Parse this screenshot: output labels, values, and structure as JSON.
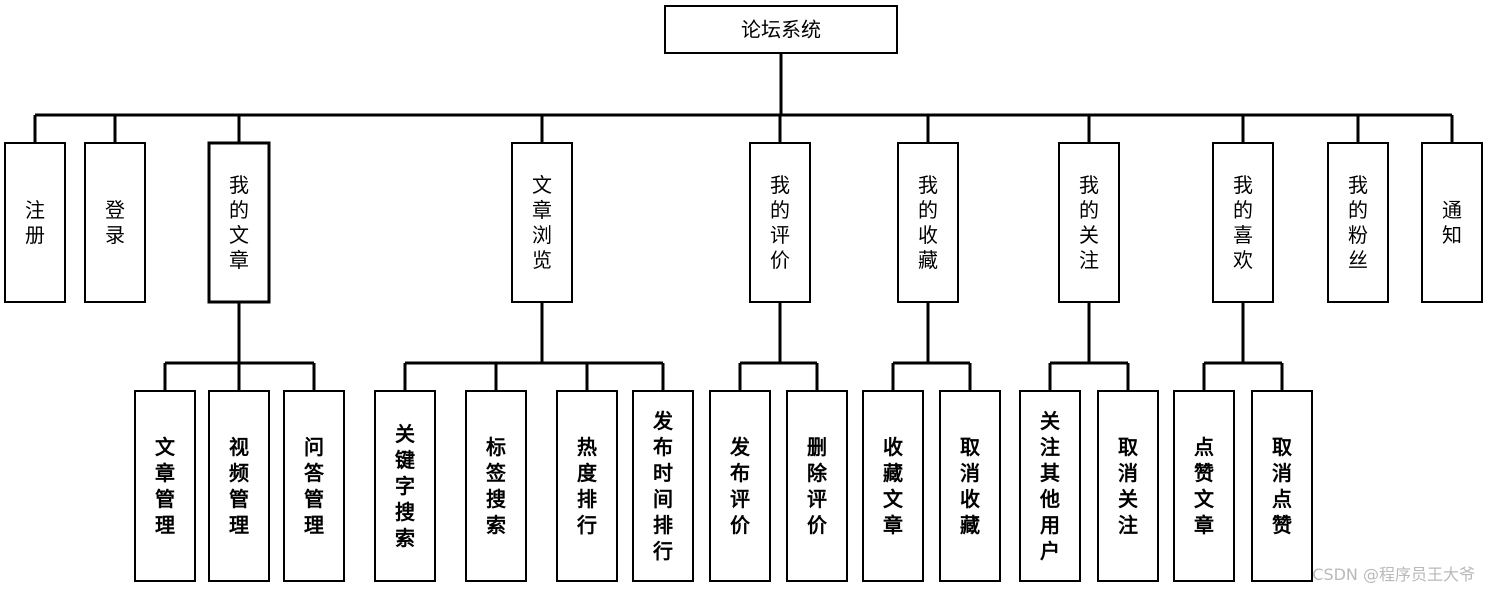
{
  "root": "论坛系统",
  "level1": [
    {
      "label": "注册",
      "children": []
    },
    {
      "label": "登录",
      "children": []
    },
    {
      "label": "我的文章",
      "children": [
        "文章管理",
        "视频管理",
        "问答管理"
      ]
    },
    {
      "label": "文章浏览",
      "children": [
        "关键字搜索",
        "标签搜索",
        "热度排行",
        "发布时间排行"
      ]
    },
    {
      "label": "我的评价",
      "children": [
        "发布评价",
        "删除评价"
      ]
    },
    {
      "label": "我的收藏",
      "children": [
        "收藏文章",
        "取消收藏"
      ]
    },
    {
      "label": "我的关注",
      "children": [
        "关注其他用户",
        "取消关注"
      ]
    },
    {
      "label": "我的喜欢",
      "children": [
        "点赞文章",
        "取消点赞"
      ]
    },
    {
      "label": "我的粉丝",
      "children": []
    },
    {
      "label": "通知",
      "children": []
    }
  ],
  "watermark": "CSDN @程序员王大爷"
}
